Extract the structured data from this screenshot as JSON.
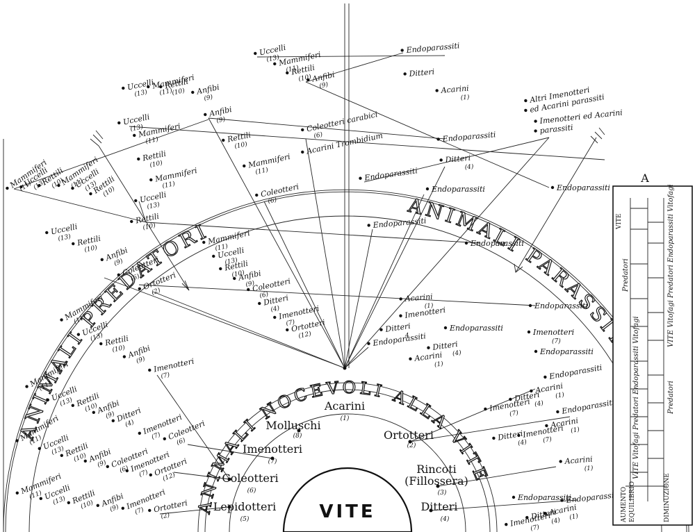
{
  "headers": {
    "predatori": "ANIMALI PREDATORI",
    "parassiti": "ANIMALI PARASSITI",
    "nocevoli": "ANIMALI NOCEVOLI ALLA VITE",
    "center": "VITE"
  },
  "pests": [
    {
      "name": "Acarini",
      "num": "(1)"
    },
    {
      "name": "Molluschi",
      "num": "(8)"
    },
    {
      "name": "Ortotteri",
      "num": "(2)"
    },
    {
      "name": "Imenotteri",
      "num": "(7)"
    },
    {
      "name": "Rincoti",
      "name2": "(Fillossera)",
      "num": "(3)"
    },
    {
      "name": "Coleotteri",
      "num": "(6)"
    },
    {
      "name": "Lepidotteri",
      "num": "(5)"
    },
    {
      "name": "Ditteri",
      "num": "(4)"
    }
  ],
  "predator_labels": [
    {
      "t": "Uccelli",
      "n": "(13)"
    },
    {
      "t": "Mammiferi",
      "n": "(11)"
    },
    {
      "t": "Rettili",
      "n": "(10)"
    },
    {
      "t": "Anfibi",
      "n": "(9)"
    },
    {
      "t": "Uccelli",
      "n": "(13)"
    },
    {
      "t": "Mammiferi",
      "n": "(11)"
    },
    {
      "t": "Rettili",
      "n": "(10)"
    },
    {
      "t": "Anfibi",
      "n": "(9)"
    },
    {
      "t": "Uccelli",
      "n": "(13)"
    },
    {
      "t": "Mammiferi",
      "n": "(11)"
    },
    {
      "t": "Rettili",
      "n": "(10)"
    },
    {
      "t": "Mammiferi",
      "n": "(11)"
    },
    {
      "t": "Uccelli",
      "n": "(13)"
    },
    {
      "t": "Anfibi",
      "n": "(9)"
    },
    {
      "t": "Rettili",
      "n": "(10)"
    },
    {
      "t": "Mammiferi",
      "n": "(11)"
    },
    {
      "t": "Coleotteri",
      "n": "(6)"
    },
    {
      "t": "Coleotteri carabici",
      "n": "(6)"
    },
    {
      "t": "Acarini Trombidium",
      "n": ""
    },
    {
      "t": "Mammiferi",
      "n": "(11)"
    },
    {
      "t": "Uccelli",
      "n": "(13)"
    },
    {
      "t": "Rettili",
      "n": "(10)"
    },
    {
      "t": "Mammiferi",
      "n": "(11)"
    },
    {
      "t": "Uccelli",
      "n": "(13)"
    },
    {
      "t": "Rettili",
      "n": "(10)"
    },
    {
      "t": "Rettili",
      "n": "(10)"
    },
    {
      "t": "Uccelli",
      "n": "(13)"
    },
    {
      "t": "Rettili",
      "n": "(10)"
    },
    {
      "t": "Anfibi",
      "n": "(9)"
    },
    {
      "t": "Coleotteri",
      "n": "(6)"
    },
    {
      "t": "Ortotteri",
      "n": "(2)"
    },
    {
      "t": "Mammiferi",
      "n": "(11)"
    },
    {
      "t": "Uccelli",
      "n": "(13)"
    },
    {
      "t": "Rettili",
      "n": "(10)"
    },
    {
      "t": "Anfibi",
      "n": "(9)"
    },
    {
      "t": "Coleotteri",
      "n": "(6)"
    },
    {
      "t": "Ditteri",
      "n": "(4)"
    },
    {
      "t": "Imenotteri",
      "n": "(7)"
    },
    {
      "t": "Ortotteri",
      "n": "(12)"
    },
    {
      "t": "Mammiferi",
      "n": "(11)"
    },
    {
      "t": "Uccelli",
      "n": "(13)"
    },
    {
      "t": "Rettili",
      "n": "(10)"
    },
    {
      "t": "Anfibi",
      "n": "(9)"
    },
    {
      "t": "Imenotteri",
      "n": "(7)"
    },
    {
      "t": "Mammiferi",
      "n": "(11)"
    },
    {
      "t": "Uccelli",
      "n": "(13)"
    },
    {
      "t": "Rettili",
      "n": "(10)"
    },
    {
      "t": "Anfibi",
      "n": "(9)"
    },
    {
      "t": "Ditteri",
      "n": "(4)"
    },
    {
      "t": "Imenotteri",
      "n": "(7)"
    },
    {
      "t": "Coleotteri",
      "n": "(6)"
    },
    {
      "t": "Mammiferi",
      "n": "(11)"
    },
    {
      "t": "Uccelli",
      "n": "(13)"
    },
    {
      "t": "Rettili",
      "n": "(10)"
    },
    {
      "t": "Anfibi",
      "n": "(9)"
    },
    {
      "t": "Coleotteri",
      "n": "(6)"
    },
    {
      "t": "Imenotteri",
      "n": "(7)"
    },
    {
      "t": "Ortotteri",
      "n": "(12)"
    },
    {
      "t": "Mammiferi",
      "n": "(11)"
    },
    {
      "t": "Uccelli",
      "n": "(13)"
    },
    {
      "t": "Rettili",
      "n": "(10)"
    },
    {
      "t": "Anfibi",
      "n": "(9)"
    },
    {
      "t": "Imenotteri",
      "n": "(7)"
    },
    {
      "t": "Ortotteri",
      "n": "(2)"
    }
  ],
  "parasite_labels": [
    {
      "t": "Endoparassiti",
      "n": ""
    },
    {
      "t": "Ditteri",
      "n": ""
    },
    {
      "t": "Acarini",
      "n": "(1)"
    },
    {
      "t": "Altri Imenotteri",
      "n": ""
    },
    {
      "t": "ed Acarini parassiti",
      "n": ""
    },
    {
      "t": "Imenotteri ed Acarini",
      "n": ""
    },
    {
      "t": "parassiti",
      "n": ""
    },
    {
      "t": "Endoparassiti",
      "n": ""
    },
    {
      "t": "Ditteri",
      "n": "(4)"
    },
    {
      "t": "Endoparassiti",
      "n": ""
    },
    {
      "t": "Endoparassiti",
      "n": ""
    },
    {
      "t": "Endoparassiti",
      "n": ""
    },
    {
      "t": "Endoparassiti",
      "n": ""
    },
    {
      "t": "Endoparassiti",
      "n": ""
    },
    {
      "t": "Endoparassiti",
      "n": ""
    },
    {
      "t": "Acarini",
      "n": "(1)"
    },
    {
      "t": "Imenotteri",
      "n": ""
    },
    {
      "t": "Ditteri",
      "n": "4"
    },
    {
      "t": "Endoparassiti",
      "n": ""
    },
    {
      "t": "Imenotteri",
      "n": "(7)"
    },
    {
      "t": "Endoparassiti",
      "n": ""
    },
    {
      "t": "Ditteri",
      "n": "(4)"
    },
    {
      "t": "Acarini",
      "n": "(1)"
    },
    {
      "t": "Endoparassiti",
      "n": ""
    },
    {
      "t": "Endoparassiti",
      "n": ""
    },
    {
      "t": "Acarini",
      "n": "(1)"
    },
    {
      "t": "Ditteri",
      "n": "(4)"
    },
    {
      "t": "Imenotteri",
      "n": "(7)"
    },
    {
      "t": "Endoparassiti",
      "n": ""
    },
    {
      "t": "Acarini",
      "n": "(1)"
    },
    {
      "t": "Imenotteri",
      "n": "(7)"
    },
    {
      "t": "Ditteri",
      "n": "(4)"
    },
    {
      "t": "Acarini",
      "n": "(1)"
    },
    {
      "t": "Endoparassiti",
      "n": ""
    },
    {
      "t": "Endoparassiti",
      "n": ""
    },
    {
      "t": "Acarini",
      "n": "(1)"
    },
    {
      "t": "Ditteri",
      "n": "(4)"
    },
    {
      "t": "Imenotteri",
      "n": "(7)"
    }
  ],
  "inset": {
    "letter": "A",
    "vite_top": "VITE",
    "predatori_left": "Predatori",
    "vertical_mid": "VITE Vitofagi Predatori Endoparassiti Vitofagi",
    "vertical_right": "VITE Vitofagi Predatori Endoparassiti Vitofagi",
    "predatori_right": "Predatori",
    "aumento": "AUMENTO",
    "equilibrio": "EQUILIBRIO",
    "diminuzione": "DIMINUZIONE"
  }
}
